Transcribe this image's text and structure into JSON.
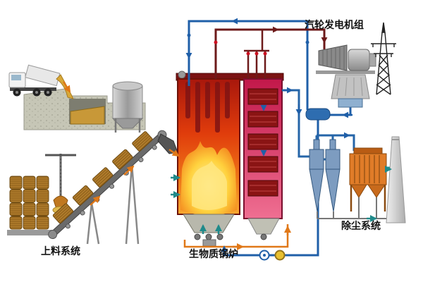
{
  "labels": {
    "turbine_generator": "汽轮发电机组",
    "feeding_system": "上料系统",
    "biomass_boiler": "生物质锅炉",
    "dust_removal": "除尘系统"
  },
  "colors": {
    "furnace_red": "#d93c0c",
    "flame_yellow": "#ffd23e",
    "pass_pink": "#d92b55",
    "steam_pipe_maroon": "#6d1a1a",
    "water_pipe_blue": "#1f5fa8",
    "air_arrow_teal": "#1f8a8a",
    "fuel_arrow_orange": "#e07818",
    "cyclone_blue": "#7d9cc0",
    "baghouse_orange": "#e07c28",
    "bale_straw": "#b07c2c"
  }
}
